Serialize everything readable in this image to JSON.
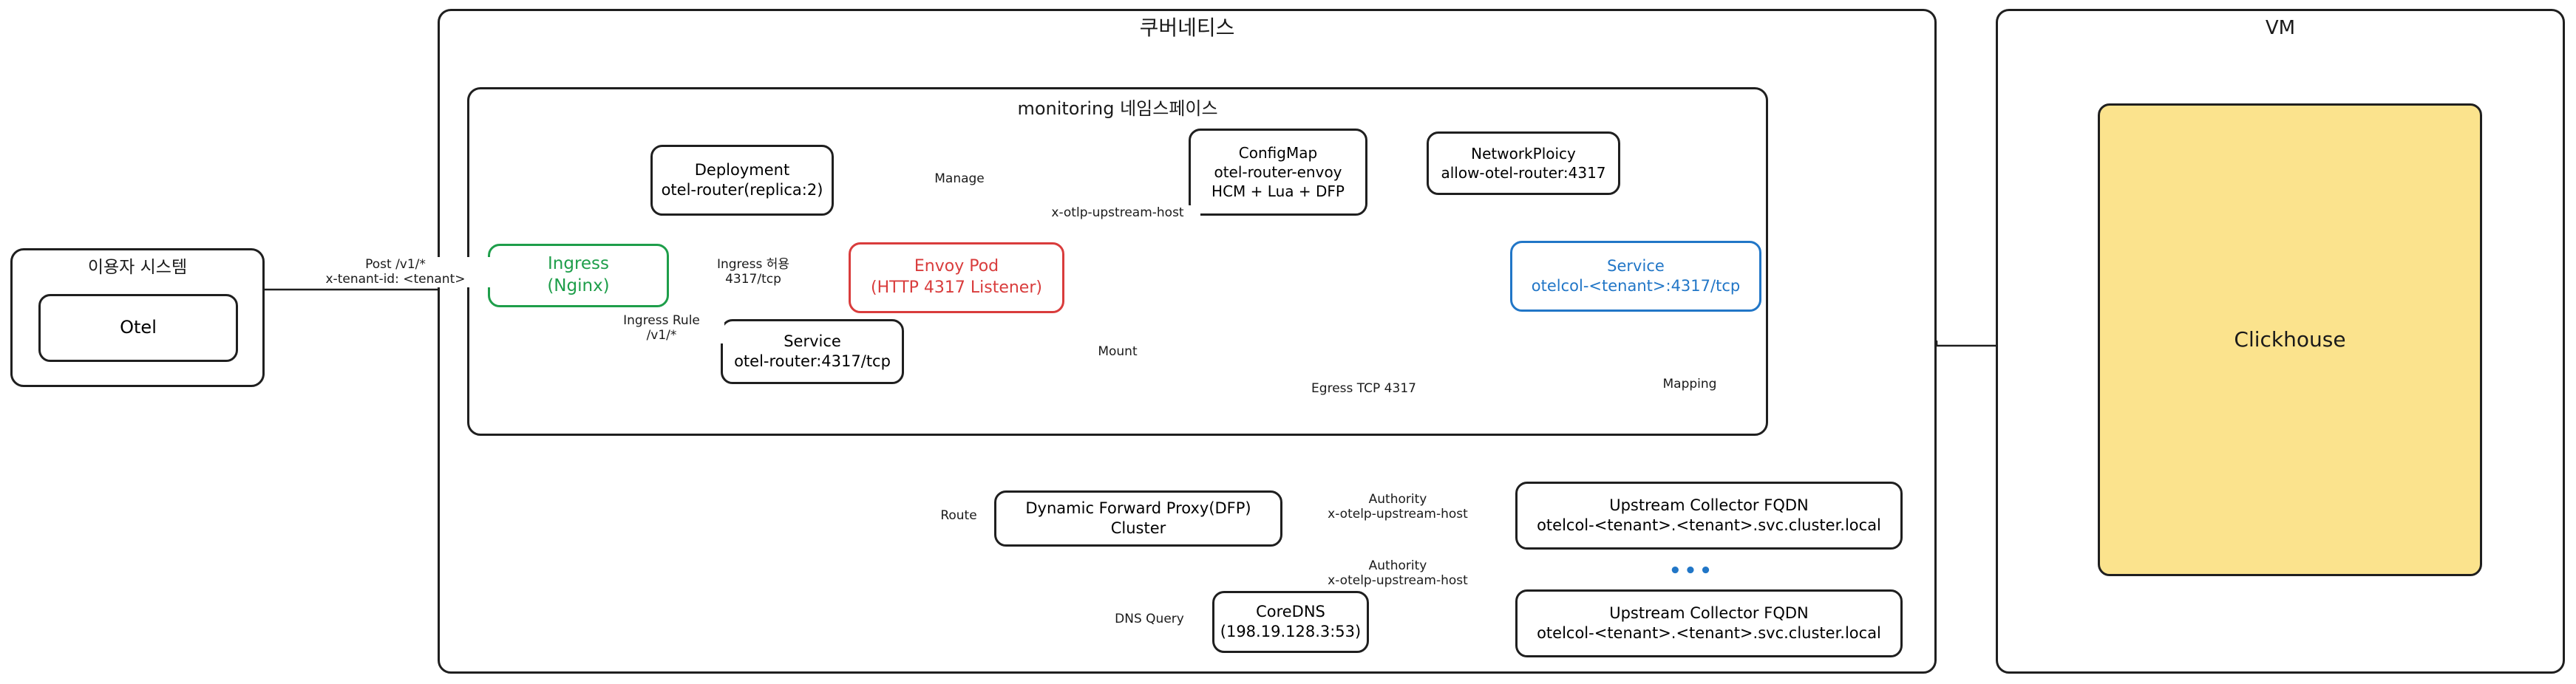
{
  "diagram": {
    "zones": {
      "user_system": {
        "title": "이용자 시스템",
        "inner": "Otel"
      },
      "kubernetes": {
        "title": "쿠버네티스"
      },
      "namespace": {
        "title": "monitoring 네임스페이스"
      },
      "vm": {
        "title": "VM",
        "inner": "Clickhouse"
      }
    },
    "nodes": {
      "ingress": {
        "line1": "Ingress",
        "line2": "(Nginx)",
        "color": "#1e9e4a"
      },
      "deployment": {
        "line1": "Deployment",
        "line2": "otel-router(replica:2)"
      },
      "envoy_pod": {
        "line1": "Envoy Pod",
        "line2": "(HTTP 4317 Listener)",
        "color": "#d93c3c"
      },
      "configmap": {
        "line1": "ConfigMap",
        "line2": "otel-router-envoy",
        "line3": "HCM + Lua + DFP"
      },
      "networkpolicy": {
        "line1": "NetworkPloicy",
        "line2": "allow-otel-router:4317"
      },
      "service_router": {
        "line1": "Service",
        "line2": "otel-router:4317/tcp"
      },
      "service_otelcol": {
        "line1": "Service",
        "line2": "otelcol-<tenant>:4317/tcp",
        "color": "#2176c7"
      },
      "dfp_cluster": {
        "line1": "Dynamic Forward Proxy(DFP) Cluster"
      },
      "coredns": {
        "line1": "CoreDNS",
        "line2": "(198.19.128.3:53)"
      },
      "upstream_1": {
        "line1": "Upstream Collector FQDN",
        "line2": "otelcol-<tenant>.<tenant>.svc.cluster.local"
      },
      "upstream_2": {
        "line1": "Upstream Collector FQDN",
        "line2": "otelcol-<tenant>.<tenant>.svc.cluster.local"
      },
      "ellipsis": {
        "text": "•••"
      }
    },
    "edges": {
      "post_v1": "Post /v1/*\nx-tenant-id: <tenant>",
      "ingress_allow": "Ingress 허용\n4317/tcp",
      "ingress_rule": "Ingress Rule\n/v1/*",
      "manage": "Manage",
      "upstream_host": "x-otlp-upstream-host",
      "mount": "Mount",
      "egress": "Egress TCP 4317",
      "mapping": "Mapping",
      "route": "Route",
      "authority_1": "Authority\nx-otelp-upstream-host",
      "authority_2": "Authority\nx-otelp-upstream-host",
      "dns_query": "DNS Query"
    }
  }
}
